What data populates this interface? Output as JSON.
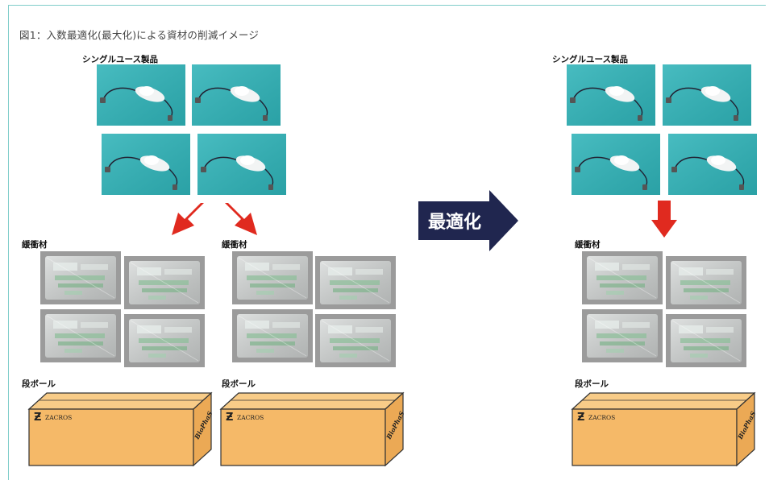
{
  "caption": "図1：入数最適化(最大化)による資材の削減イメージ",
  "labels": {
    "single_use": "シングルユース製品",
    "cushioning": "緩衝材",
    "cardboard": "段ボール"
  },
  "optimize_label": "最適化",
  "box_brand_front": "ZACROS",
  "box_brand_side": "BioPhaS",
  "colors": {
    "frame": "#7fcdca",
    "photo_bg": "#2fb3b8",
    "down_arrow": "#e02a1f",
    "optimize_arrow": "#20264f",
    "box_fill": "#f5b968",
    "bag_bg": "#9b9b9b"
  },
  "before": {
    "single_use_count": 4,
    "cushioning_count": 8,
    "cardboard_count": 2
  },
  "after": {
    "single_use_count": 4,
    "cushioning_count": 4,
    "cardboard_count": 1
  }
}
